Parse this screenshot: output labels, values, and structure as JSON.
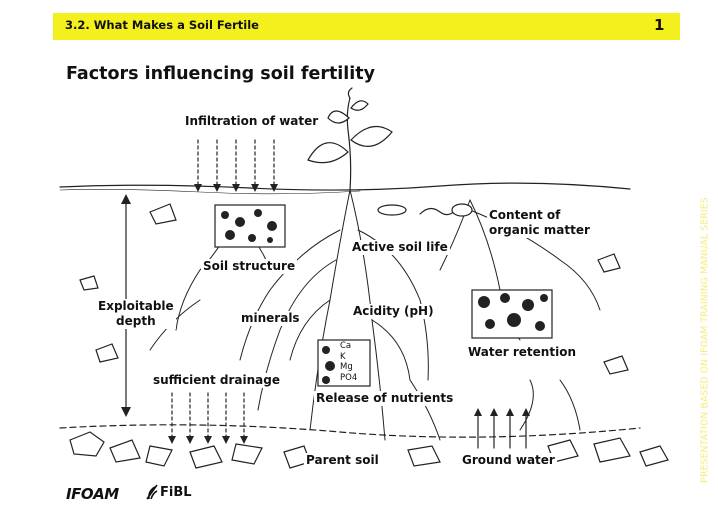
{
  "header": {
    "section_title": "3.2. What Makes a Soil Fertile",
    "page_number": "1",
    "bar_color": "#f4f01d"
  },
  "slide": {
    "title": "Factors influencing soil fertility"
  },
  "diagram": {
    "labels": {
      "infiltration": "Infiltration of water",
      "organic_matter_1": "Content of",
      "organic_matter_2": "organic matter",
      "active_soil_life": "Active soil life",
      "soil_structure": "Soil structure",
      "exploitable_1": "Exploitable",
      "exploitable_2": "depth",
      "minerals": "minerals",
      "acidity": "Acidity (pH)",
      "water_retention": "Water retention",
      "sufficient_drainage": "sufficient drainage",
      "release_of_nutrients": "Release of nutrients",
      "parent_soil": "Parent soil",
      "ground_water": "Ground water"
    },
    "nutrient_symbols": [
      "Ca",
      "K",
      "Mg",
      "PO4"
    ]
  },
  "side_caption": "PRESENTATION BASED ON IFOAM TRAINING MANUAL SERIES",
  "footer": {
    "logo_ifoam": "IFOAM",
    "logo_fibl": "FiBL"
  }
}
